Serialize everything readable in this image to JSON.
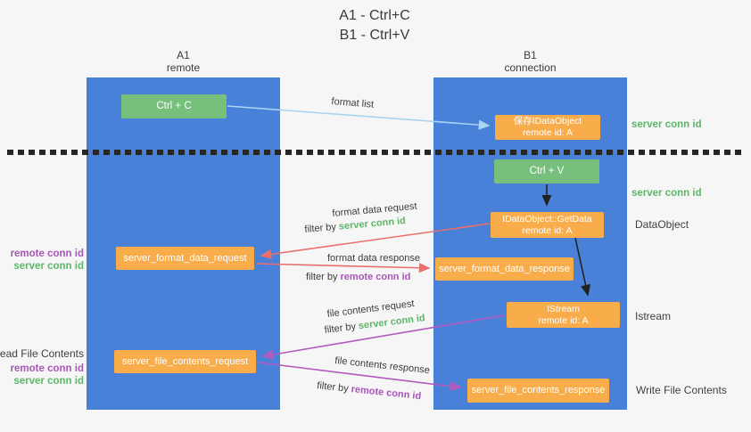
{
  "title": {
    "line1": "A1 - Ctrl+C",
    "line2": "B1 - Ctrl+V"
  },
  "lifelines": {
    "left": {
      "name": "A1",
      "role": "remote"
    },
    "right": {
      "name": "B1",
      "role": "connection"
    }
  },
  "nodes": {
    "ctrl_c": "Ctrl + C",
    "ctrl_v": "Ctrl + V",
    "save_dataobject": {
      "line1": "保存IDataObject",
      "line2": "remote id: A"
    },
    "getdata": {
      "line1": "IDataObject::GetData",
      "line2": "remote id: A"
    },
    "istream": {
      "line1": "IStream",
      "line2": "remote id: A"
    },
    "format_request": "server_format_data_request",
    "format_response": "server_format_data_response",
    "file_request": "server_file_contents_request",
    "file_response": "server_file_contents_response"
  },
  "annotations": {
    "server_conn_id_top": "server conn id",
    "server_conn_id_mid": "server conn id",
    "dataobject": "DataObject",
    "istream": "Istream",
    "write_file_contents": "Write File Contents",
    "read_file_contents": "Read File Contents",
    "left_group1": {
      "remote": "remote conn id",
      "server": "server conn id"
    },
    "left_group2": {
      "remote": "remote conn id",
      "server": "server conn id"
    }
  },
  "arrow_labels": {
    "format_list": "format list",
    "format_data_request": "format data request",
    "filter_server_1": {
      "prefix": "filter by ",
      "highlight": "server conn id"
    },
    "format_data_response": "format data response",
    "filter_remote_1": {
      "prefix": "filter by ",
      "highlight": "remote conn id"
    },
    "file_contents_request": "file contents request",
    "filter_server_2": {
      "prefix": "filter by ",
      "highlight": "server conn id"
    },
    "file_contents_response": "file contents response",
    "filter_remote_2": {
      "prefix": "filter by ",
      "highlight": "remote conn id"
    }
  },
  "colors": {
    "lifeline_blue": "#4a81d8",
    "box_orange": "#f8ad4a",
    "box_green": "#76c07c",
    "text_green": "#5cb768",
    "text_purple": "#a855b8",
    "arrow_red": "#e96e6c",
    "arrow_light_blue": "#a9d5f2",
    "arrow_purple": "#b459c0",
    "arrow_black": "#222222"
  }
}
